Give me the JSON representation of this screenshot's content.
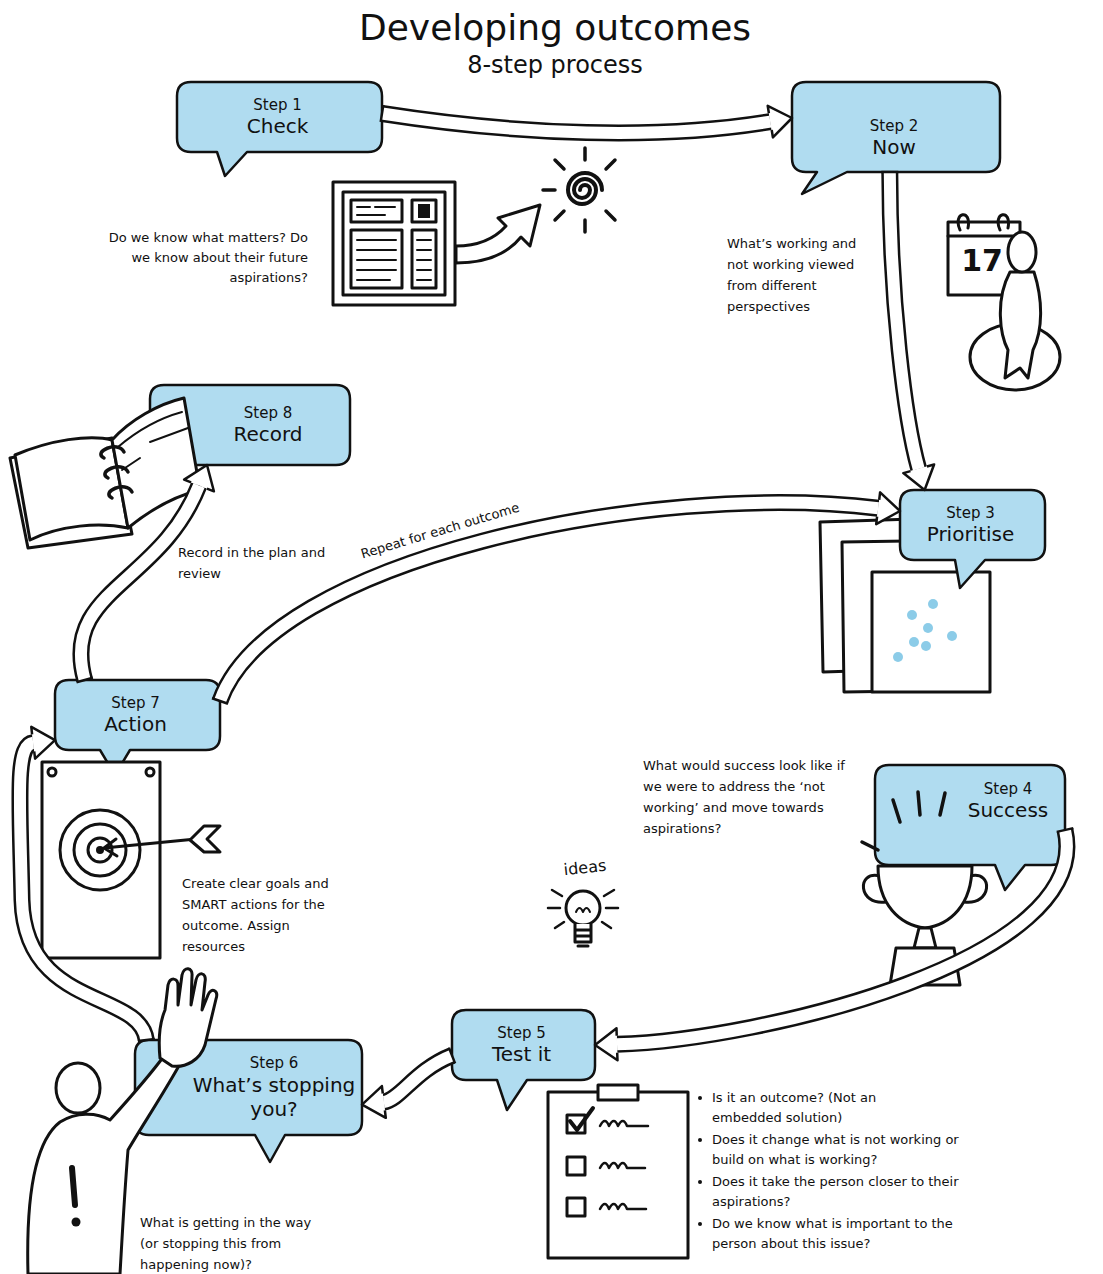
{
  "diagram": {
    "title": "Developing outcomes",
    "nodes": [
      {
        "text": [
          "Step 1",
          "Check"
        ]
      },
      {
        "text": [
          "Step 2",
          "Now"
        ]
      },
      {
        "text": [
          "Step 3",
          "Prioritise"
        ]
      },
      {
        "text": [
          "Step 4",
          "Success"
        ]
      },
      {
        "text": [
          "Step 5",
          "Test it"
        ]
      },
      {
        "text": [
          "Step 6",
          "What’s stopping you?"
        ]
      },
      {
        "text": [
          "Step 7",
          "Action"
        ]
      },
      {
        "text": [
          "Step 8",
          "Record"
        ]
      }
    ],
    "edges": [
      {
        "from": 0,
        "to": 1,
        "arrow": "to"
      },
      {
        "from": 1,
        "to": 2,
        "arrow": "to"
      },
      {
        "from": 3,
        "to": 4,
        "arrow": "to"
      },
      {
        "from": 4,
        "to": 5,
        "arrow": "to"
      },
      {
        "from": 5,
        "to": 6,
        "arrow": "to"
      },
      {
        "from": 6,
        "to": 7,
        "arrow": "to"
      },
      {
        "from": 6,
        "to": 2,
        "label": "Repeat for each outcome",
        "arrow": "to"
      }
    ],
    "labels": [
      "8-step process",
      "Do we know what matters? Do we know about their future aspirations?",
      "What’s working and not working viewed from different perspectives",
      "17",
      "Record in the plan and review",
      "What would success look like if we were to address the ‘not working’ and move towards aspirations?",
      "ideas",
      "Create clear goals and SMART actions for the outcome. Assign resources",
      "Is it an outcome? (Not an embedded solution)",
      "Does it change what is not working or build on what is working?",
      "Does it take the person closer to their aspirations?",
      "Do we know what is important to the person about this issue?",
      "What is getting in the way (or stopping this from happening now)?"
    ]
  }
}
